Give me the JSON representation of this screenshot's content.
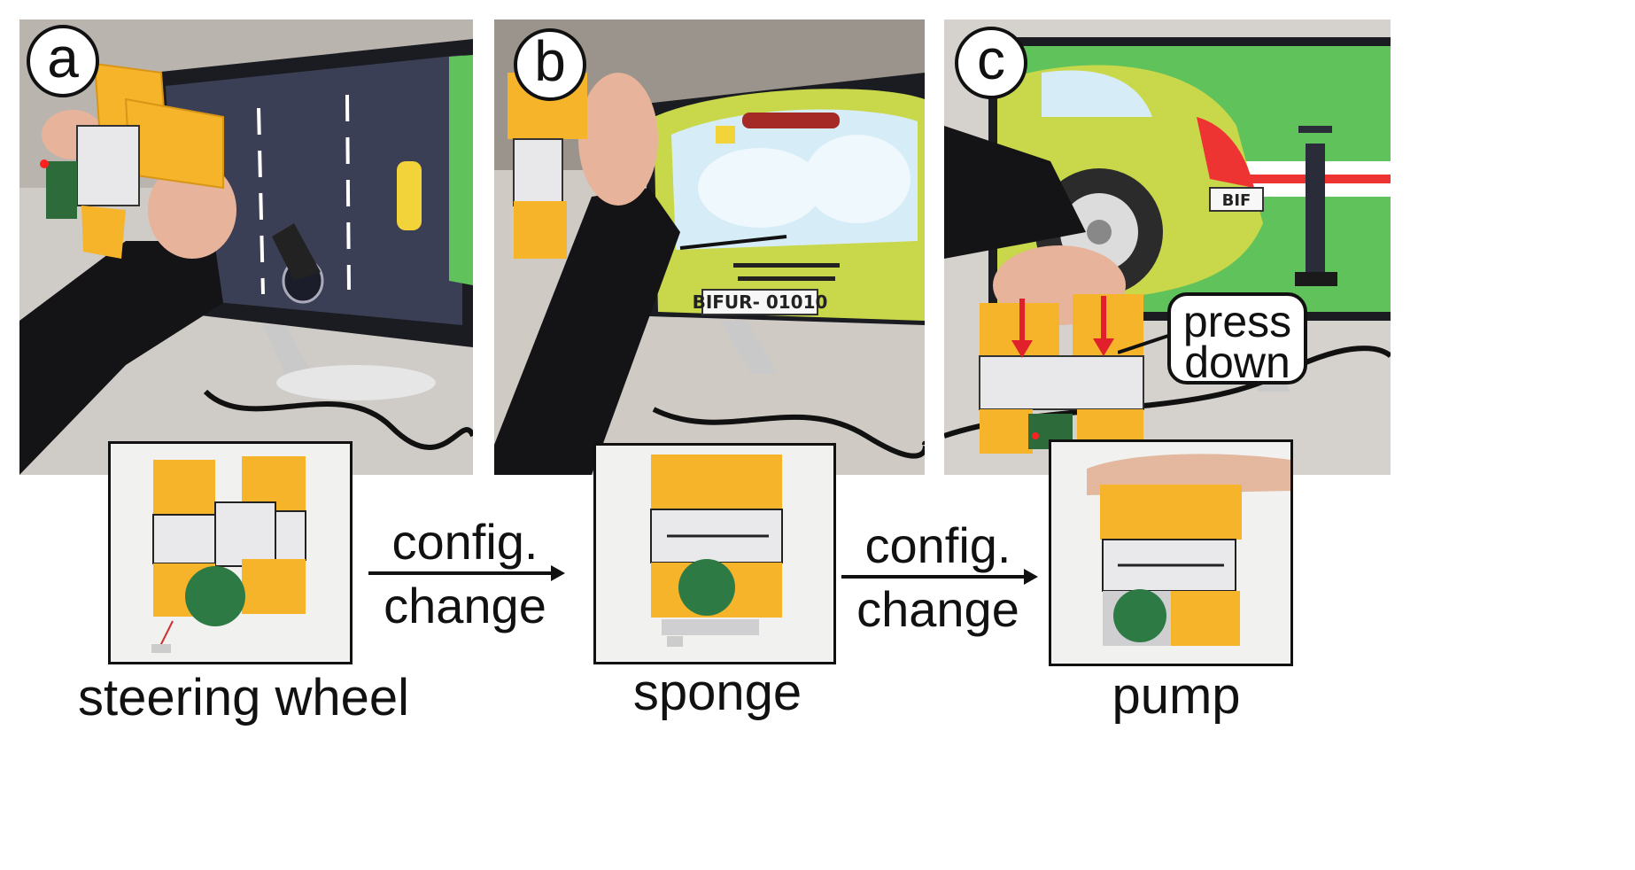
{
  "panels": [
    {
      "id": "a",
      "badge": "a",
      "caption": "steering wheel"
    },
    {
      "id": "b",
      "badge": "b",
      "caption": "sponge"
    },
    {
      "id": "c",
      "badge": "c",
      "caption": "pump",
      "callout": "press down"
    }
  ],
  "arrows": [
    {
      "line1": "config.",
      "line2": "change"
    },
    {
      "line1": "config.",
      "line2": "change"
    }
  ],
  "screen_text": {
    "plate_b": "BIFUR- 01010",
    "plate_c": "BIF"
  },
  "colors": {
    "cube_yellow": "#f5b42a",
    "car_green": "#c8d84a",
    "road": "#3b3f55",
    "press_arrow": "#e0202a"
  }
}
